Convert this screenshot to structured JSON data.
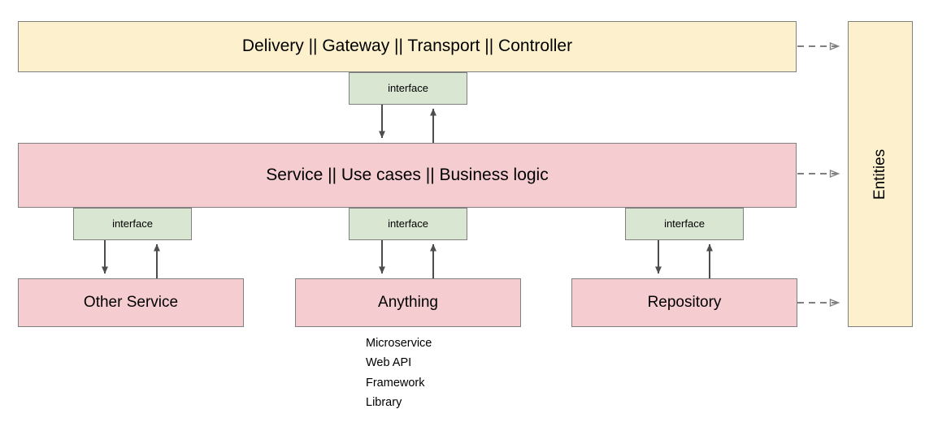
{
  "diagram": {
    "title": "Clean architecture layered diagram",
    "colors": {
      "layer_outer": "#fdf1cd",
      "layer_inner": "#f5ccd0",
      "interface": "#d9e7d2",
      "stroke": "#808080",
      "arrow": "#4d4d4d",
      "text": "#000000",
      "background": "#ffffff"
    },
    "layers": {
      "delivery": "Delivery || Gateway || Transport || Controller",
      "service": "Service || Use cases || Business logic",
      "entities": "Entities"
    },
    "interfaces": {
      "delivery_service": "interface",
      "other_service": "interface",
      "anything": "interface",
      "repository": "interface"
    },
    "bottom_nodes": [
      {
        "label": "Other Service"
      },
      {
        "label": "Anything"
      },
      {
        "label": "Repository"
      }
    ],
    "anything_examples": [
      "Microservice",
      "Web API",
      "Framework",
      "Library"
    ]
  }
}
